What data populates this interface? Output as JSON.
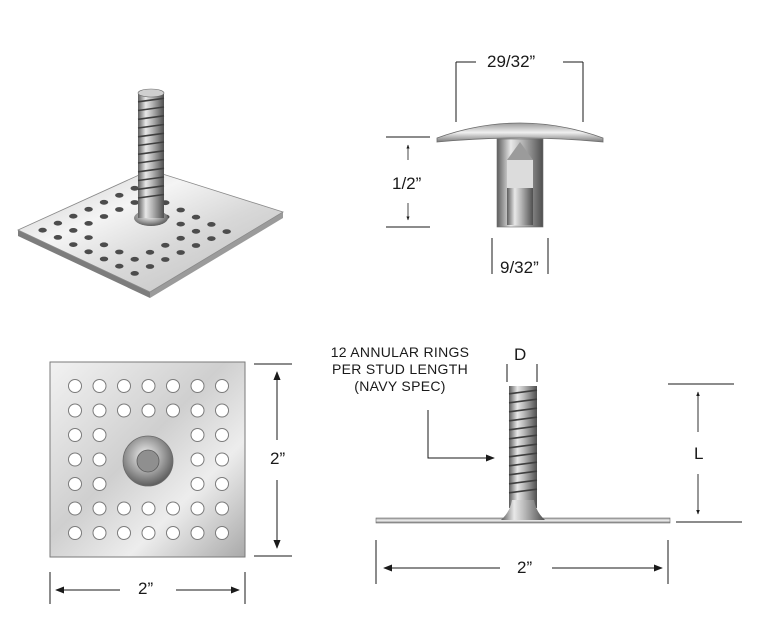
{
  "figures": {
    "isometric_pin": {
      "icon": "perforated-base-stud-pin-icon"
    },
    "cap_view": {
      "icon": "washer-cap-cross-section-icon",
      "width_label": "29/32”",
      "height_label": "1/2”",
      "bore_label": "9/32”"
    },
    "base_top_view": {
      "icon": "perforated-square-base-icon",
      "height_label": "2”",
      "width_label": "2”"
    },
    "side_view": {
      "icon": "stud-side-profile-icon",
      "note_lines": [
        "12 ANNULAR RINGS",
        "PER STUD LENGTH",
        "(NAVY SPEC)"
      ],
      "diameter_label": "D",
      "length_label": "L",
      "base_width_label": "2”"
    }
  },
  "colors": {
    "ink": "#1a1a1a",
    "metal_light": "#e6e6e6",
    "metal_mid": "#b9b9b9",
    "metal_dark": "#6f6f6f"
  }
}
